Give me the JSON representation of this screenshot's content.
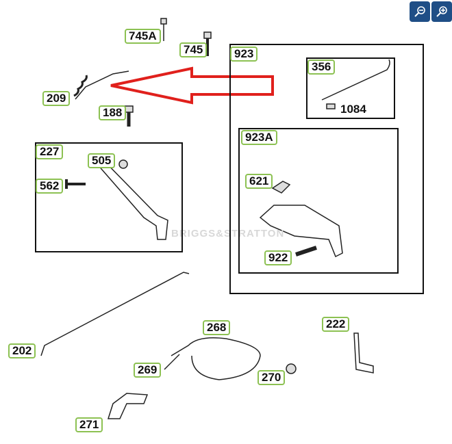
{
  "toolbar": {
    "zoom_out": "zoom-out",
    "zoom_in": "zoom-in"
  },
  "watermark": "BRIGGS&STRATTON",
  "colors": {
    "label_border": "#8cc152",
    "arrow": "#e0201c",
    "button": "#1f4e86"
  },
  "labels": {
    "l745A": "745A",
    "l745": "745",
    "l923": "923",
    "l209": "209",
    "l188": "188",
    "l356": "356",
    "l1084": "1084",
    "l923A": "923A",
    "l227": "227",
    "l505": "505",
    "l562": "562",
    "l621": "621",
    "l922": "922",
    "l202": "202",
    "l268": "268",
    "l222": "222",
    "l269": "269",
    "l270": "270",
    "l271": "271"
  }
}
